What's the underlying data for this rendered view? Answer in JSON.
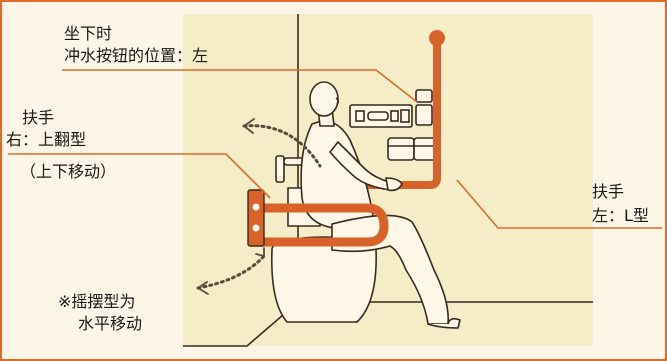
{
  "labels": {
    "flush_title": "坐下时",
    "flush_position": "冲水按钮的位置：左",
    "right_handrail_title": "扶手",
    "right_handrail_type": "右：上翻型",
    "right_handrail_note": "（上下移动）",
    "left_handrail_title": "扶手",
    "left_handrail_type": "左：L型",
    "swing_note_1": "※摇摆型为",
    "swing_note_2": "水平移动"
  },
  "colors": {
    "frame": "#e06a2c",
    "handrail": "#d9622b",
    "wall": "#f5ecc8",
    "background": "#fdf5e8",
    "outline": "#3a2a1e"
  }
}
